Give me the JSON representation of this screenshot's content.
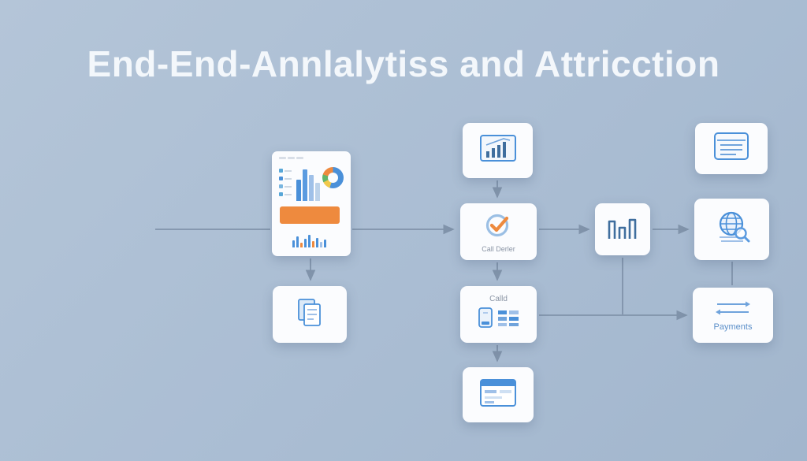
{
  "title": "End-End-Annlalytiss and Attricction",
  "colors": {
    "background": "#aabdd3",
    "card": "#fbfcfe",
    "connector": "#8093aa",
    "accent_blue": "#4a90d9",
    "accent_orange": "#ee8a3e",
    "label_gray": "#8b95a5",
    "label_blue": "#5b8fc9"
  },
  "nodes": {
    "dashboard": {
      "icon": "analytics-dashboard-icon"
    },
    "document": {
      "icon": "document-pages-icon"
    },
    "chart_top": {
      "icon": "bar-chart-frame-icon"
    },
    "check": {
      "icon": "checkmark-circle-icon",
      "label": "Call Derler"
    },
    "histogram": {
      "icon": "histogram-bars-icon"
    },
    "web_search": {
      "icon": "globe-search-icon"
    },
    "browser_top": {
      "icon": "browser-window-icon"
    },
    "devices": {
      "icon": "mobile-and-table-icon",
      "label": "Calld"
    },
    "payments": {
      "icon": "transfer-arrows-icon",
      "label": "Payments"
    },
    "browser_bottom": {
      "icon": "browser-card-icon"
    }
  }
}
